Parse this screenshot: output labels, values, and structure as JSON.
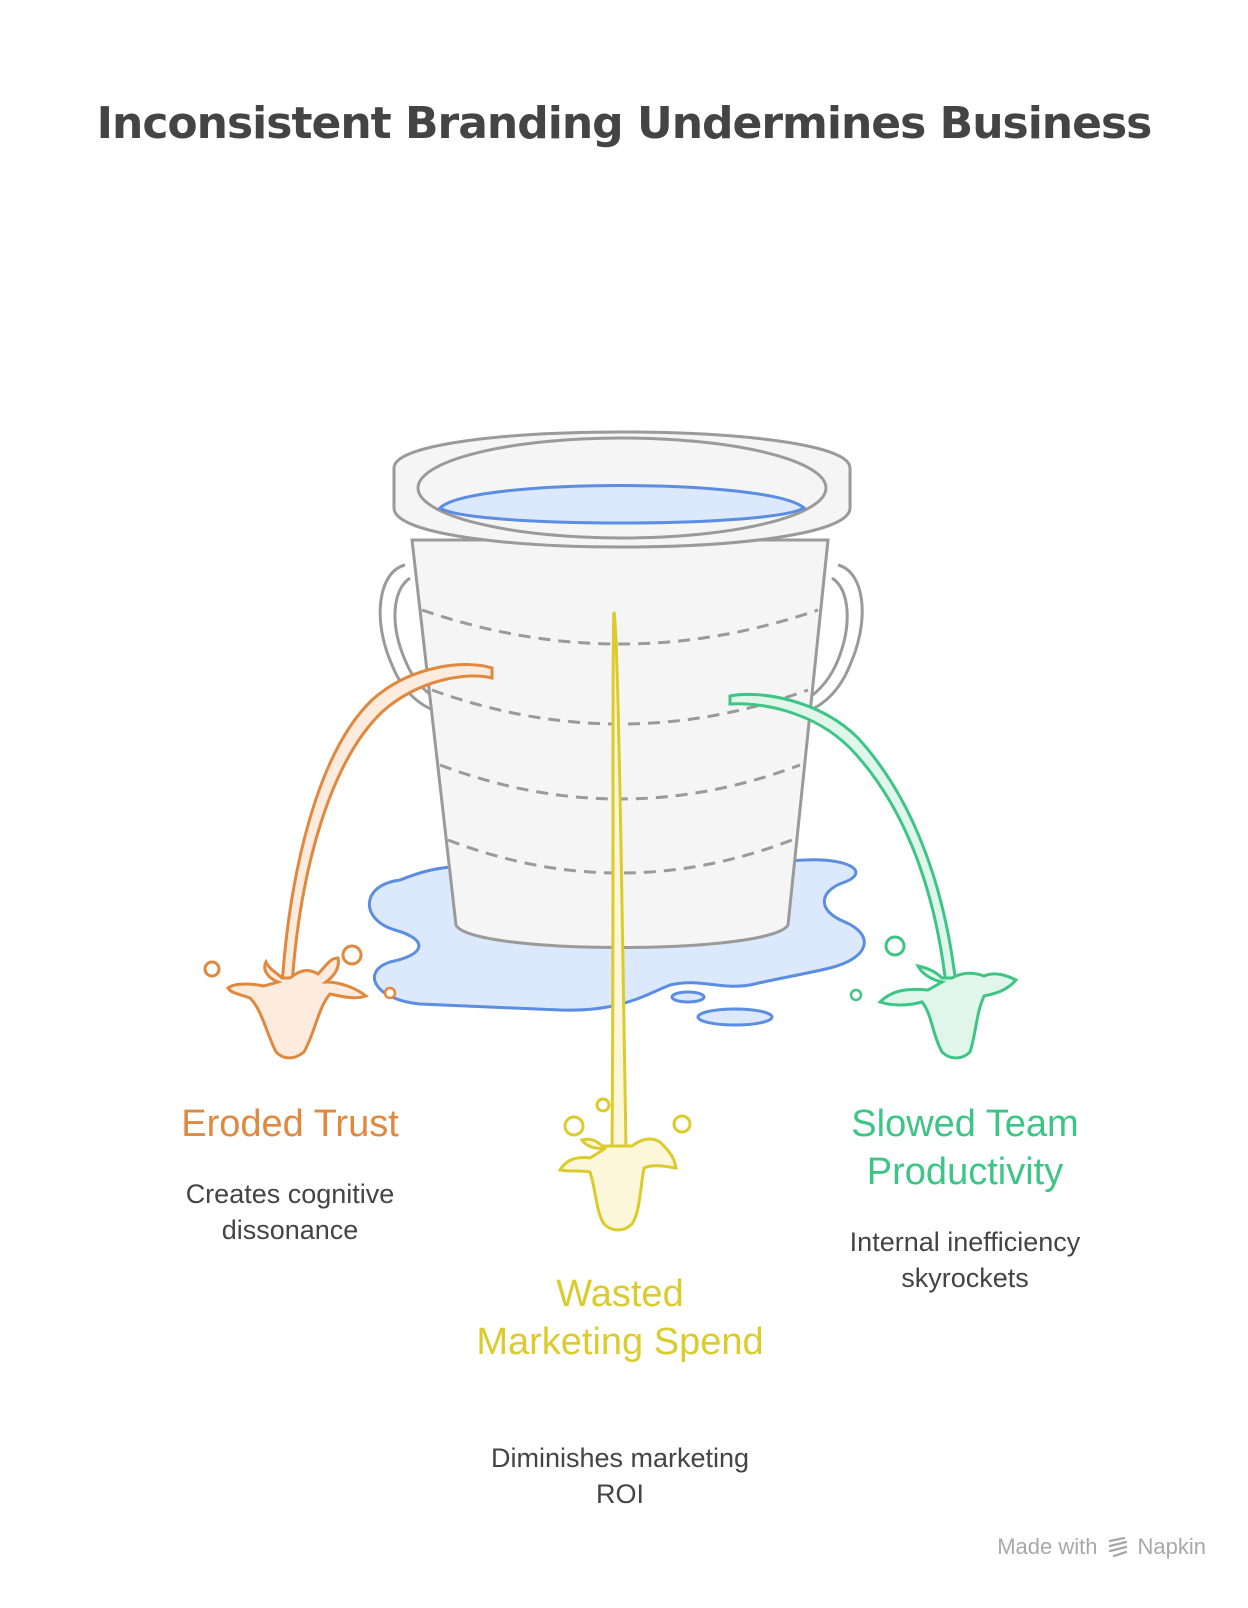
{
  "title": "Inconsistent Branding Undermines Business",
  "colors": {
    "left": "#E0883E",
    "middle": "#DCCB2C",
    "right": "#3DC585",
    "water": "#5B8DE0",
    "water_fill": "#DCE8FB",
    "bucket_stroke": "#9a9a9a",
    "bucket_fill": "#F5F5F5"
  },
  "leaks": [
    {
      "label": "Eroded Trust",
      "description": "Creates cognitive dissonance"
    },
    {
      "label": "Wasted Marketing Spend",
      "description": "Diminishes marketing ROI"
    },
    {
      "label": "Slowed Team Productivity",
      "description": "Internal inefficiency skyrockets"
    }
  ],
  "footer": {
    "made_with": "Made with",
    "brand": "Napkin"
  }
}
